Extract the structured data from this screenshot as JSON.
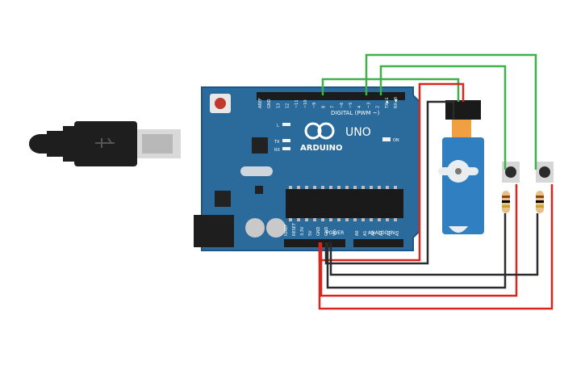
{
  "board": {
    "logo_text": "ARDUINO",
    "model": "UNO",
    "digital_header_label": "DIGITAL (PWM ~)",
    "power_label": "POWER",
    "analog_label": "ANALOG IN",
    "on_label": "ON",
    "led_labels": {
      "l": "L",
      "tx": "TX",
      "rx": "RX"
    },
    "digital_pins": [
      "AREF",
      "GND",
      "13",
      "12",
      "~11",
      "~10",
      "~9",
      "8",
      "7",
      "~6",
      "~5",
      "4",
      "~3",
      "2",
      "TX▶1",
      "RX◀0"
    ],
    "power_pins": [
      "IOREF",
      "RESET",
      "3.3V",
      "5V",
      "GND",
      "GND",
      "Vin"
    ],
    "analog_pins": [
      "A0",
      "A1",
      "A2",
      "A3",
      "A4",
      "A5"
    ]
  },
  "colors": {
    "board": "#2a6b9c",
    "board_edge": "#1f5582",
    "wire_red": "#d9251d",
    "wire_green": "#3fb04a",
    "wire_black": "#2b2b2b",
    "servo": "#2f7fc1",
    "usb_cable": "#1e1e1e"
  },
  "components": {
    "servo": "servo-motor",
    "buttons": 2,
    "resistors": 2,
    "usb": "usb-b-cable"
  }
}
